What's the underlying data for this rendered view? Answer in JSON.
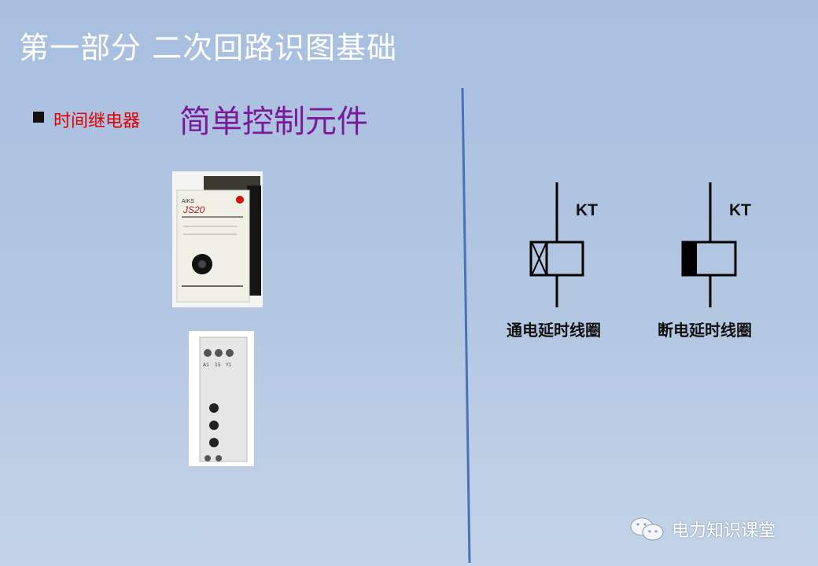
{
  "slide": {
    "title": "第一部分  二次回路识图基础",
    "bullet_label": "时间继电器",
    "subtitle": "简单控制元件"
  },
  "symbols": [
    {
      "designation": "KT",
      "caption": "通电延时线圈",
      "icon": "on-delay-coil-symbol"
    },
    {
      "designation": "KT",
      "caption": "断电延时线圈",
      "icon": "off-delay-coil-symbol"
    }
  ],
  "images": [
    {
      "name": "js20-time-relay-photo",
      "label": "JS20"
    },
    {
      "name": "din-rail-time-relay-photo",
      "terminals": [
        "A1",
        "15",
        "Y1"
      ]
    }
  ],
  "watermark": {
    "text": "电力知识课堂",
    "icon": "wechat-icon"
  },
  "colors": {
    "title": "#ffffff",
    "bullet_label": "#e00000",
    "subtitle": "#7a1a9a",
    "divider": "#4a72b8"
  }
}
